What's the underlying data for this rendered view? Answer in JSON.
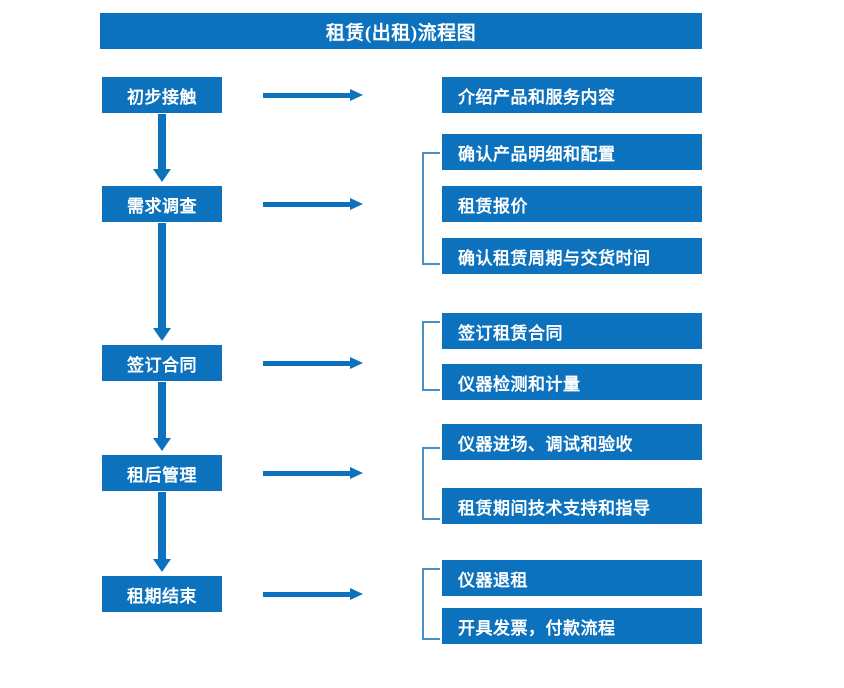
{
  "title": "租赁(出租)流程图",
  "colors": {
    "box_fill": "#0d72bd",
    "box_text": "#ffffff",
    "arrow": "#0d72bd",
    "bracket": "#4a90c4",
    "background": "#ffffff"
  },
  "stages": [
    {
      "label": "初步接触"
    },
    {
      "label": "需求调查"
    },
    {
      "label": "签订合同"
    },
    {
      "label": "租后管理"
    },
    {
      "label": "租期结束"
    }
  ],
  "details": [
    {
      "label": "介绍产品和服务内容"
    },
    {
      "label": "确认产品明细和配置"
    },
    {
      "label": "租赁报价"
    },
    {
      "label": "确认租赁周期与交货时间"
    },
    {
      "label": "签订租赁合同"
    },
    {
      "label": "仪器检测和计量"
    },
    {
      "label": "仪器进场、调试和验收"
    },
    {
      "label": "租赁期间技术支持和指导"
    },
    {
      "label": "仪器退租"
    },
    {
      "label": "开具发票，付款流程"
    }
  ]
}
